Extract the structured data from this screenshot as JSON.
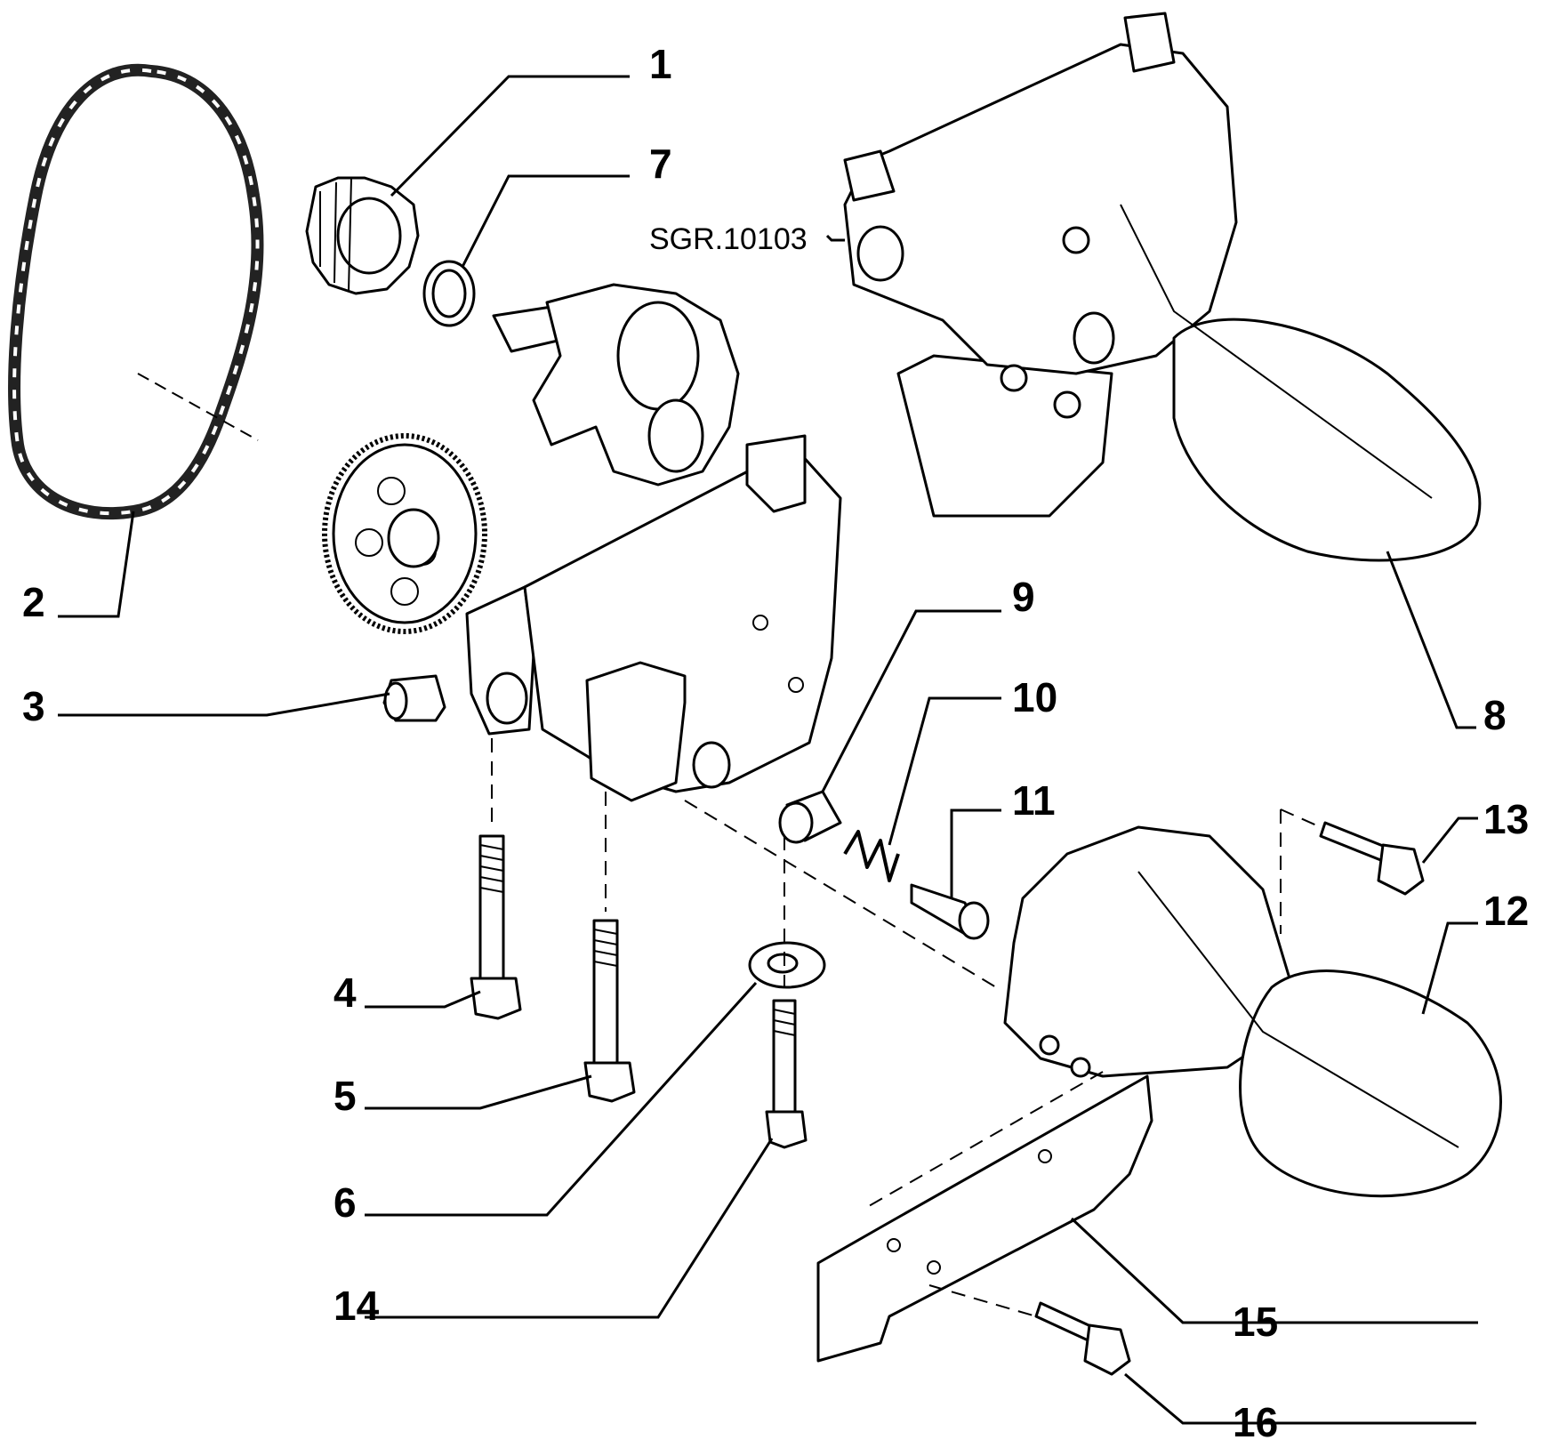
{
  "reference": "SGR.10103",
  "labels": [
    "1",
    "2",
    "3",
    "4",
    "5",
    "6",
    "7",
    "8",
    "9",
    "10",
    "11",
    "12",
    "13",
    "14",
    "15",
    "16"
  ]
}
